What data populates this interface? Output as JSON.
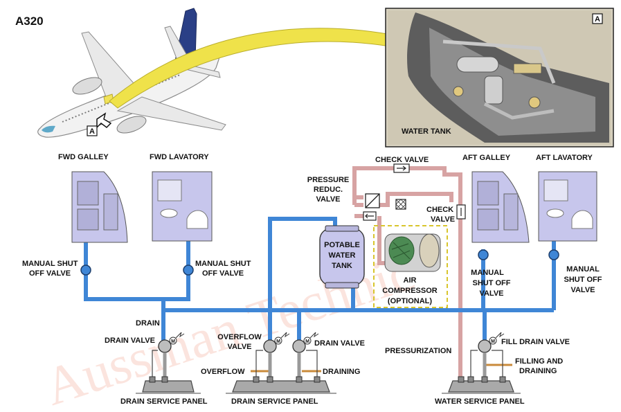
{
  "header": {
    "aircraft": "A320",
    "view_ref": "A",
    "view_ref_inset": "A"
  },
  "inset": {
    "caption": "WATER TANK"
  },
  "watermark": "Aussman Technic",
  "components": {
    "fwd_galley": "FWD GALLEY",
    "fwd_lavatory": "FWD LAVATORY",
    "aft_galley": "AFT GALLEY",
    "aft_lavatory": "AFT LAVATORY",
    "check_valve_top": "CHECK VALVE",
    "pressure_reduc_valve": [
      "PRESSURE",
      "REDUC.",
      "VALVE"
    ],
    "check_valve_right": [
      "CHECK",
      "VALVE"
    ],
    "potable_water_tank": [
      "POTABLE",
      "WATER",
      "TANK"
    ],
    "air_compressor": [
      "AIR",
      "COMPRESSOR",
      "(OPTIONAL)"
    ],
    "manual_shut_off_fwd_galley": [
      "MANUAL SHUT",
      "OFF VALVE"
    ],
    "manual_shut_off_fwd_lav": [
      "MANUAL SHUT",
      "OFF VALVE"
    ],
    "manual_shut_off_aft_galley": [
      "MANUAL",
      "SHUT OFF",
      "VALVE"
    ],
    "manual_shut_off_aft_lav": [
      "MANUAL",
      "SHUT OFF",
      "VALVE"
    ],
    "drain": "DRAIN",
    "drain_valve_left": "DRAIN VALVE",
    "overflow_valve": [
      "OVERFLOW",
      "VALVE"
    ],
    "drain_valve_mid": "DRAIN VALVE",
    "overflow": "OVERFLOW",
    "draining": "DRAINING",
    "pressurization": "PRESSURIZATION",
    "fill_drain_valve": "FILL DRAIN VALVE",
    "filling_and_draining": [
      "FILLING AND",
      "DRAINING"
    ],
    "drain_service_panel_left": "DRAIN SERVICE PANEL",
    "drain_service_panel_mid": "DRAIN SERVICE PANEL",
    "water_service_panel": "WATER SERVICE PANEL",
    "motor_symbol": "M"
  },
  "colors": {
    "water_line": "#3f86d6",
    "air_line": "#d7a3a3",
    "compartment": "#c7c6ec",
    "panel": "#a9a9a9",
    "overflow_line": "#c98a3a",
    "leader_arrow": "#efe24a",
    "compressor_box": "#f1e35a"
  }
}
